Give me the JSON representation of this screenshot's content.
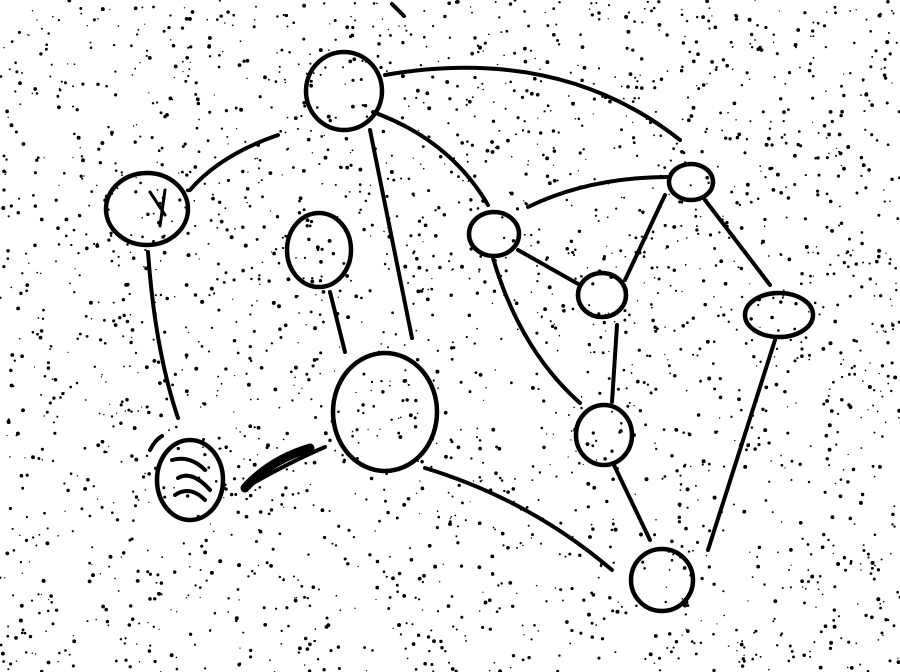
{
  "image": {
    "kind": "hand-drawn graph sketch",
    "stroke_color": "#000000",
    "background_color": "#ffffff",
    "noise_color": "#000000"
  },
  "graph": {
    "node_count": 12,
    "edge_count": 18,
    "labels_present": false
  }
}
